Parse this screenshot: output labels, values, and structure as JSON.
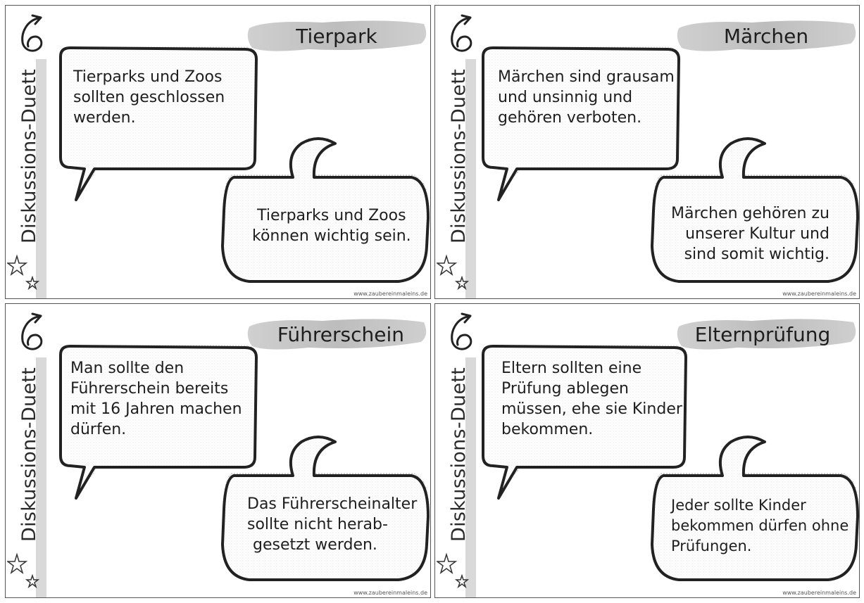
{
  "cards": [
    {
      "side_label": "Diskussions-Duett",
      "title": "Tierpark",
      "statement": [
        "Tierparks und Zoos",
        "sollten geschlossen",
        "werden."
      ],
      "response": [
        "Tierparks und Zoos",
        "können wichtig sein."
      ],
      "footer": "www.zaubereinmaleins.de"
    },
    {
      "side_label": "Diskussions-Duett",
      "title": "Märchen",
      "statement": [
        "Märchen sind grausam",
        "und unsinnig und",
        "gehören verboten."
      ],
      "response": [
        "Märchen gehören zu",
        "unserer Kultur und",
        "sind somit wichtig."
      ],
      "footer": "www.zaubereinmaleins.de"
    },
    {
      "side_label": "Diskussions-Duett",
      "title": "Führerschein",
      "statement": [
        "Man sollte den",
        "Führerschein bereits",
        "mit 16 Jahren machen",
        "dürfen."
      ],
      "response": [
        "Das Führerscheinalter",
        "sollte nicht herab-",
        "gesetzt werden."
      ],
      "footer": "www.zaubereinmaleins.de"
    },
    {
      "side_label": "Diskussions-Duett",
      "title": "Elternprüfung",
      "statement": [
        "Eltern sollten eine",
        "Prüfung ablegen",
        "müssen, ehe sie Kinder",
        "bekommen."
      ],
      "response": [
        "Jeder sollte Kinder",
        "bekommen dürfen ohne",
        "Prüfungen."
      ],
      "footer": "www.zaubereinmaleins.de"
    }
  ]
}
